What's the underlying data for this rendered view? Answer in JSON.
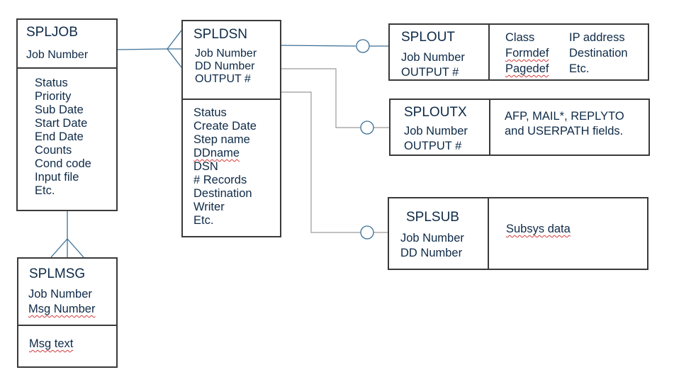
{
  "entities": {
    "spljob": {
      "name": "SPLJOB",
      "key_fields": [
        "Job Number"
      ],
      "fields": [
        "Status",
        "Priority",
        "Sub Date",
        "Start Date",
        "End Date",
        "Counts",
        "Cond code",
        "Input file",
        "Etc."
      ]
    },
    "splmsg": {
      "name": "SPLMSG",
      "key_fields": [
        "Job Number",
        "Msg Number"
      ],
      "fields": [
        "Msg text"
      ]
    },
    "spldsn": {
      "name": "SPLDSN",
      "key_fields": [
        "Job Number",
        "DD Number",
        "OUTPUT #"
      ],
      "fields": [
        "Status",
        "Create Date",
        "Step name",
        "DDname",
        "DSN",
        "# Records",
        "Destination",
        "Writer",
        "Etc."
      ]
    },
    "splout": {
      "name": "SPLOUT",
      "key_fields": [
        "Job Number",
        "OUTPUT #"
      ],
      "fields_col1": [
        "Class",
        "Formdef",
        "Pagedef"
      ],
      "fields_col2": [
        "IP address",
        "Destination",
        "Etc."
      ]
    },
    "sploutx": {
      "name": "SPLOUTX",
      "key_fields": [
        "Job Number",
        "OUTPUT #"
      ],
      "fields": [
        "AFP, MAIL*, REPLYTO",
        "and USERPATH fields."
      ]
    },
    "splsub": {
      "name": "SPLSUB",
      "key_fields": [
        "Job Number",
        "DD Number"
      ],
      "fields": [
        "Subsys data"
      ]
    }
  },
  "relationships": [
    {
      "from": "SPLJOB",
      "to": "SPLDSN",
      "notation": "one-to-many (crow's foot)"
    },
    {
      "from": "SPLJOB",
      "to": "SPLMSG",
      "notation": "one-to-many (crow's foot)"
    },
    {
      "from": "SPLDSN",
      "to": "SPLOUT",
      "notation": "optional (circle)"
    },
    {
      "from": "SPLDSN",
      "to": "SPLOUTX",
      "notation": "optional (circle)"
    },
    {
      "from": "SPLDSN",
      "to": "SPLSUB",
      "notation": "optional (circle)"
    }
  ]
}
